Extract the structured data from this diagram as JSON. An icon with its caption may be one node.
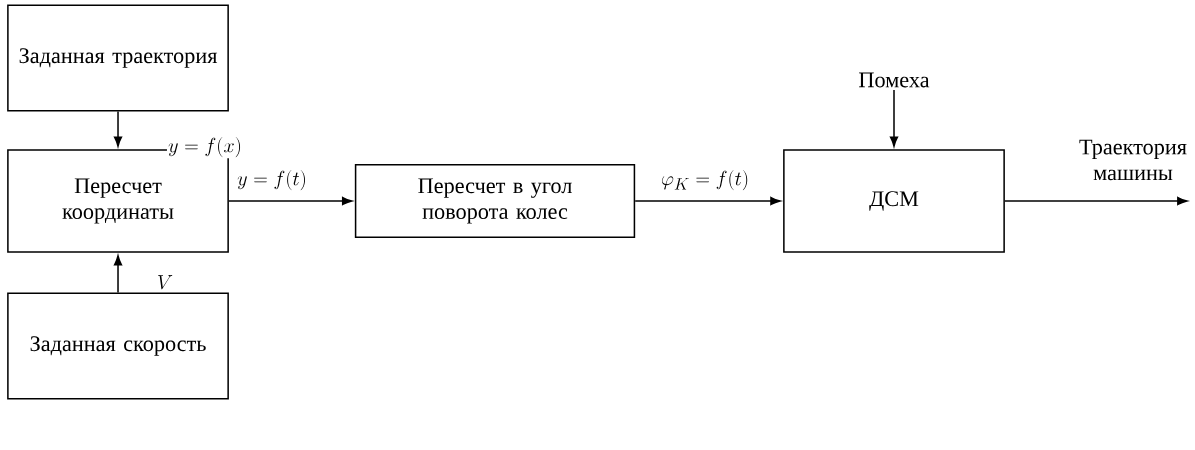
{
  "diagram": {
    "nodes": [
      {
        "text": [
          "Заданная траектория"
        ]
      },
      {
        "text": [
          "Пересчет координаты"
        ]
      },
      {
        "text": [
          "Заданная скорость"
        ]
      },
      {
        "text": [
          "Пересчет в угол поворота колес"
        ]
      },
      {
        "text": [
          "ДСМ"
        ]
      },
      {
        "text": [
          "Помеха"
        ]
      }
    ],
    "edges": [
      {
        "from": 0,
        "to": 1,
        "arrow": "to",
        "label": "y=f(x)"
      },
      {
        "from": 2,
        "to": 1,
        "arrow": "to",
        "label": "V"
      },
      {
        "from": 1,
        "to": 3,
        "arrow": "to",
        "label": "y=f(t)"
      },
      {
        "from": 3,
        "to": 4,
        "arrow": "to",
        "label": "\\varphi_K=f(t)"
      },
      {
        "from": 5,
        "to": 4,
        "arrow": "to"
      },
      {
        "from": 4,
        "to": null,
        "arrow": "to",
        "label": "Траектория машины"
      }
    ]
  }
}
